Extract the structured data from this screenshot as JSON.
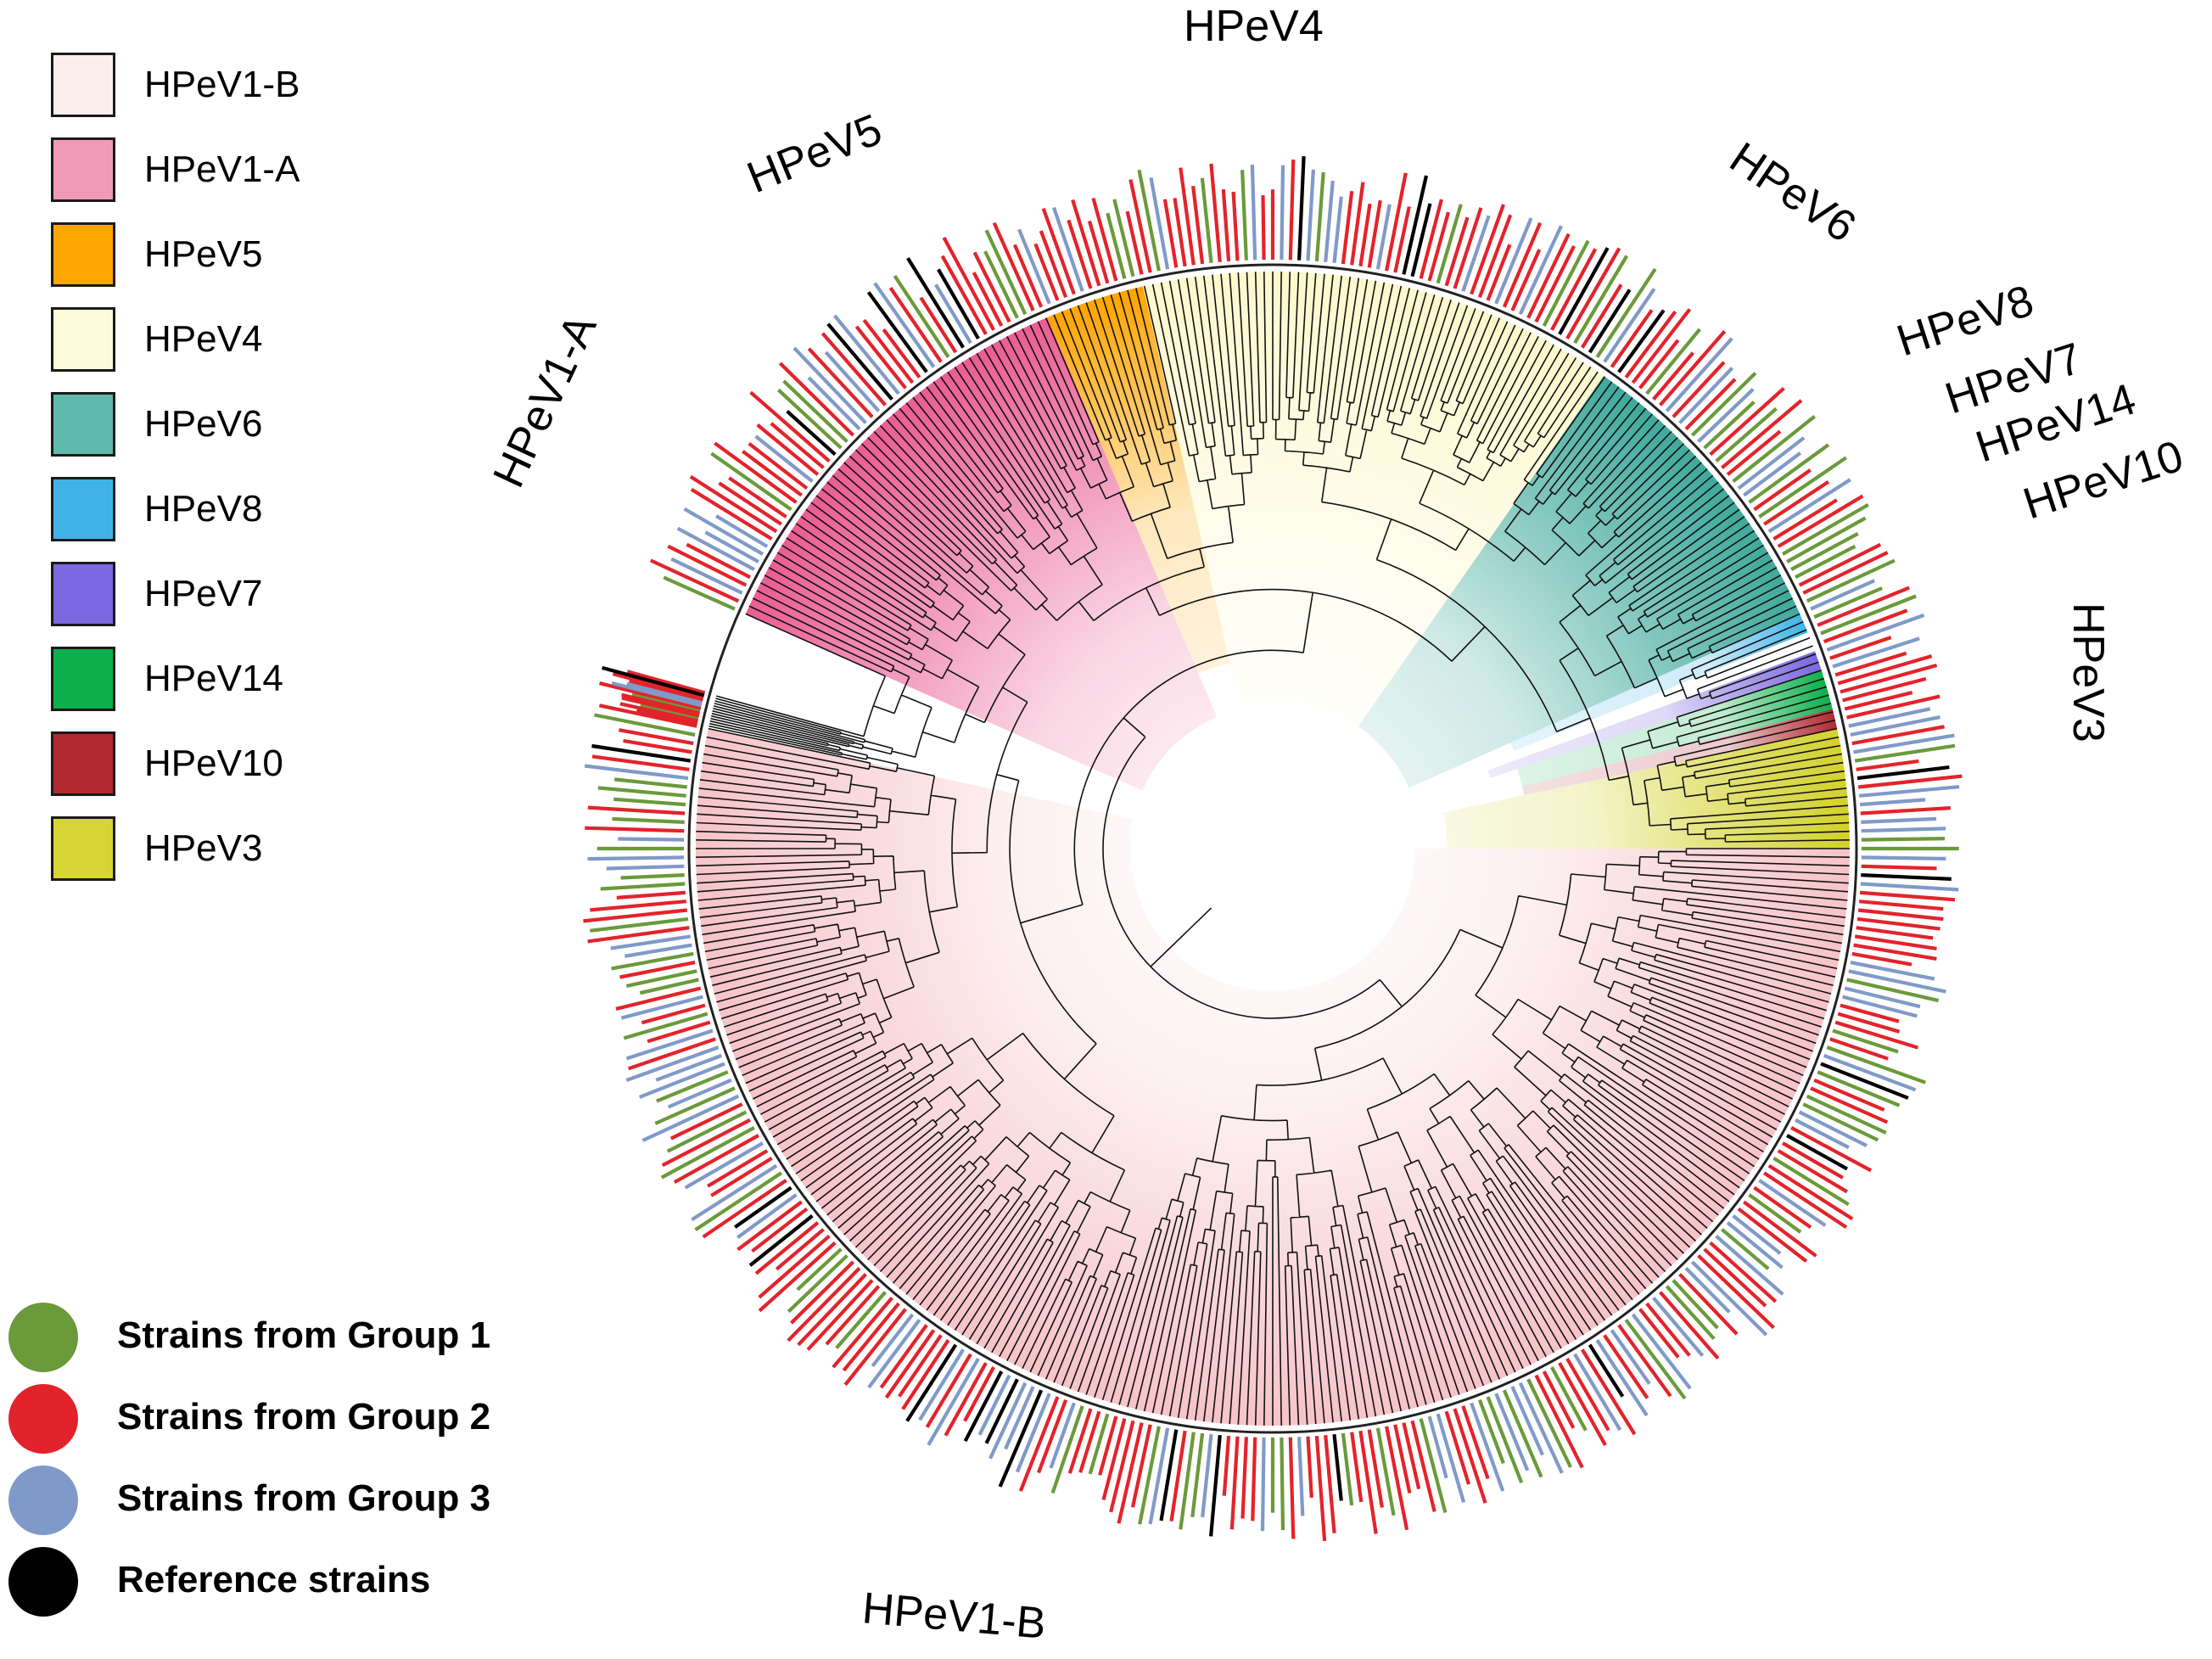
{
  "legend": {
    "items": [
      {
        "label": "HPeV1-B",
        "color": "#fdeeee"
      },
      {
        "label": "HPeV1-A",
        "color": "#f09ab8"
      },
      {
        "label": "HPeV5",
        "color": "#ffa500"
      },
      {
        "label": "HPeV4",
        "color": "#fefbd8"
      },
      {
        "label": "HPeV6",
        "color": "#5fb9ad"
      },
      {
        "label": "HPeV8",
        "color": "#3fb3e6"
      },
      {
        "label": "HPeV7",
        "color": "#7b68e0"
      },
      {
        "label": "HPeV14",
        "color": "#0cb04a"
      },
      {
        "label": "HPeV10",
        "color": "#b22a30"
      },
      {
        "label": "HPeV3",
        "color": "#d7d533"
      }
    ]
  },
  "group_legend": {
    "items": [
      {
        "label": "Strains from Group 1",
        "color": "#6a9a3a"
      },
      {
        "label": "Strains from Group 2",
        "color": "#e3232b"
      },
      {
        "label": "Strains from Group 3",
        "color": "#7f9ac9"
      },
      {
        "label": "Reference strains",
        "color": "#000000"
      }
    ]
  },
  "tree": {
    "clade_labels": {
      "hpev4": "HPeV4",
      "hpev5": "HPeV5",
      "hpev6": "HPeV6",
      "hpev8": "HPeV8",
      "hpev7": "HPeV7",
      "hpev14": "HPeV14",
      "hpev10": "HPeV10",
      "hpev3": "HPeV3",
      "hpev1a": "HPeV1-A",
      "hpev1b": "HPeV1-B"
    },
    "clades": [
      {
        "key": "hpev1b",
        "color": "#f6c3c8",
        "inner": 0.45,
        "from": 0,
        "to": 192
      },
      {
        "key": "hpev1a",
        "color": "#ea5d92",
        "inner": 0.45,
        "from": 204,
        "to": 247
      },
      {
        "key": "hpev5",
        "color": "#ffa500",
        "inner": 0.6,
        "from": 247,
        "to": 257
      },
      {
        "key": "hpev4",
        "color": "#fdf8cc",
        "inner": 0.47,
        "from": 257,
        "to": 305
      },
      {
        "key": "hpev6",
        "color": "#3fa99c",
        "inner": 0.47,
        "from": 305,
        "to": 336
      },
      {
        "key": "hpev8",
        "color": "#3fb3e6",
        "inner": 0.82,
        "from": 336,
        "to": 338
      },
      {
        "key": "hpev7",
        "color": "#7b68e0",
        "inner": 0.72,
        "from": 340,
        "to": 342
      },
      {
        "key": "hpev14",
        "color": "#0cb04a",
        "inner": 0.81,
        "from": 342,
        "to": 346
      },
      {
        "key": "hpev10",
        "color": "#b22a30",
        "inner": 0.81,
        "from": 346,
        "to": 348
      },
      {
        "key": "hpev3",
        "color": "#d3d12c",
        "inner": 0.55,
        "from": 348,
        "to": 360
      }
    ]
  }
}
